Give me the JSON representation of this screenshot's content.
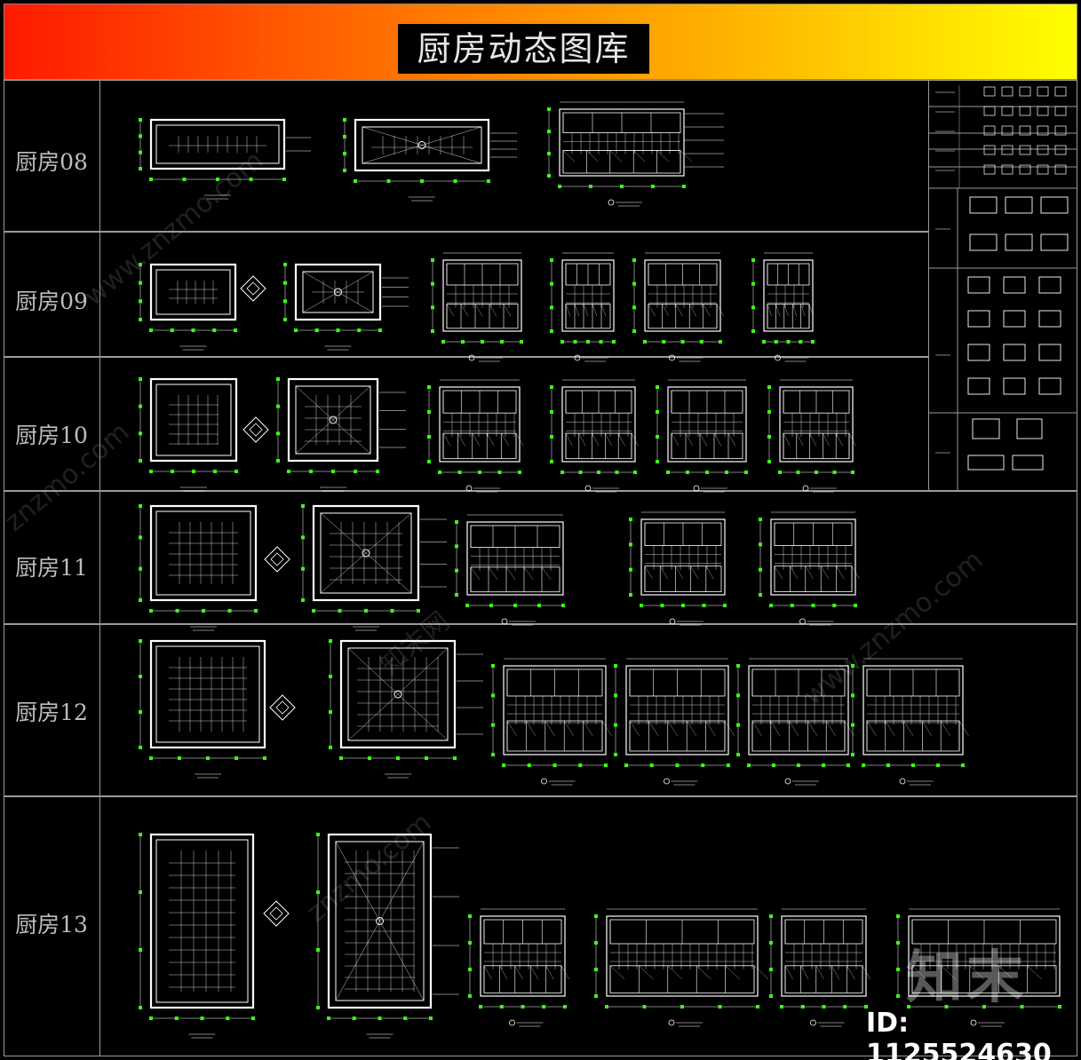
{
  "header": {
    "title": "厨房动态图库"
  },
  "rows": [
    {
      "label": "厨房08"
    },
    {
      "label": "厨房09"
    },
    {
      "label": "厨房10"
    },
    {
      "label": "厨房11"
    },
    {
      "label": "厨房12"
    },
    {
      "label": "厨房13"
    }
  ],
  "watermark": {
    "logo": "知末",
    "id_text": "ID: 1125524630",
    "site": "www.znzmo.com",
    "site_short": "znzmo.com",
    "brand_cn": "知末网"
  },
  "colors": {
    "line": "#ffffff",
    "dim": "#39ff14",
    "grid_border": "#9a9a9a",
    "background": "#000000"
  }
}
